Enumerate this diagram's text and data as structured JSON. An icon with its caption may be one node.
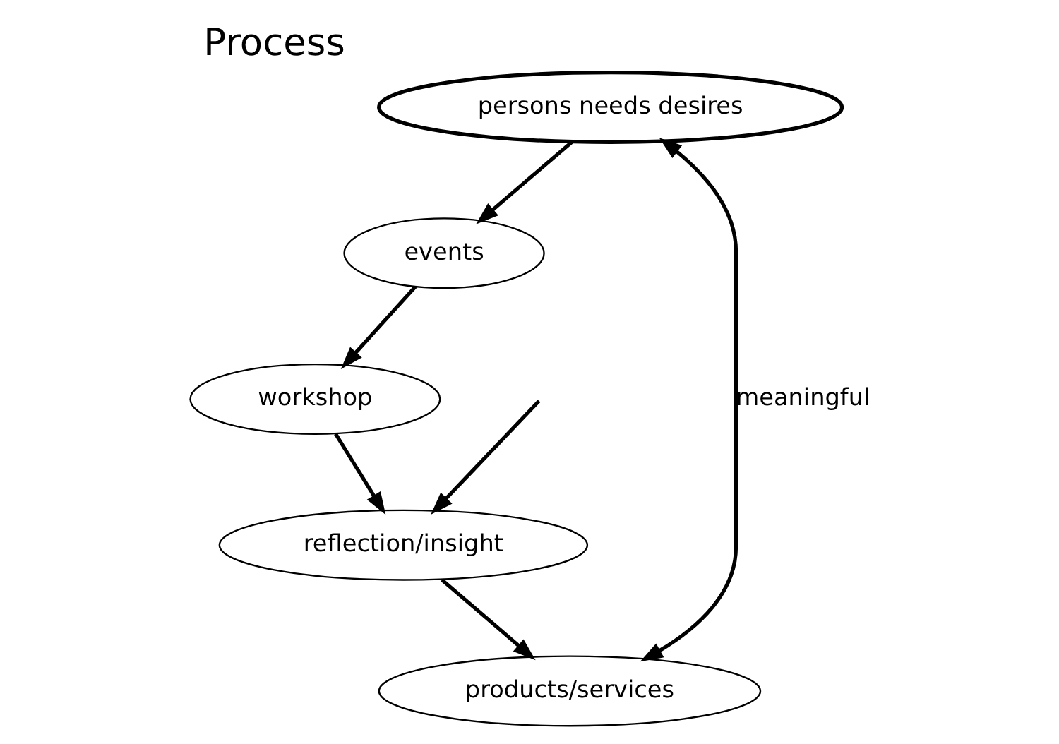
{
  "diagram": {
    "title": "Process",
    "nodes": [
      {
        "text": [
          "workshop"
        ]
      },
      {
        "text": [
          "events"
        ]
      },
      {
        "text": [
          "reflection/insight"
        ]
      },
      {
        "text": [
          "persons needs desires"
        ]
      },
      {
        "text": [
          "products/services"
        ]
      }
    ],
    "edges": [
      {
        "from": 1,
        "to": 0,
        "arrow": "to"
      },
      {
        "from": 0,
        "to": 2,
        "arrow": "to"
      },
      {
        "from": null,
        "to": 2,
        "arrow": "to"
      },
      {
        "from": 2,
        "to": 4,
        "arrow": "to"
      },
      {
        "from": 3,
        "to": 1,
        "arrow": "to"
      },
      {
        "from": 3,
        "to": 4,
        "label": "meaningful",
        "arrow": "both"
      }
    ]
  }
}
